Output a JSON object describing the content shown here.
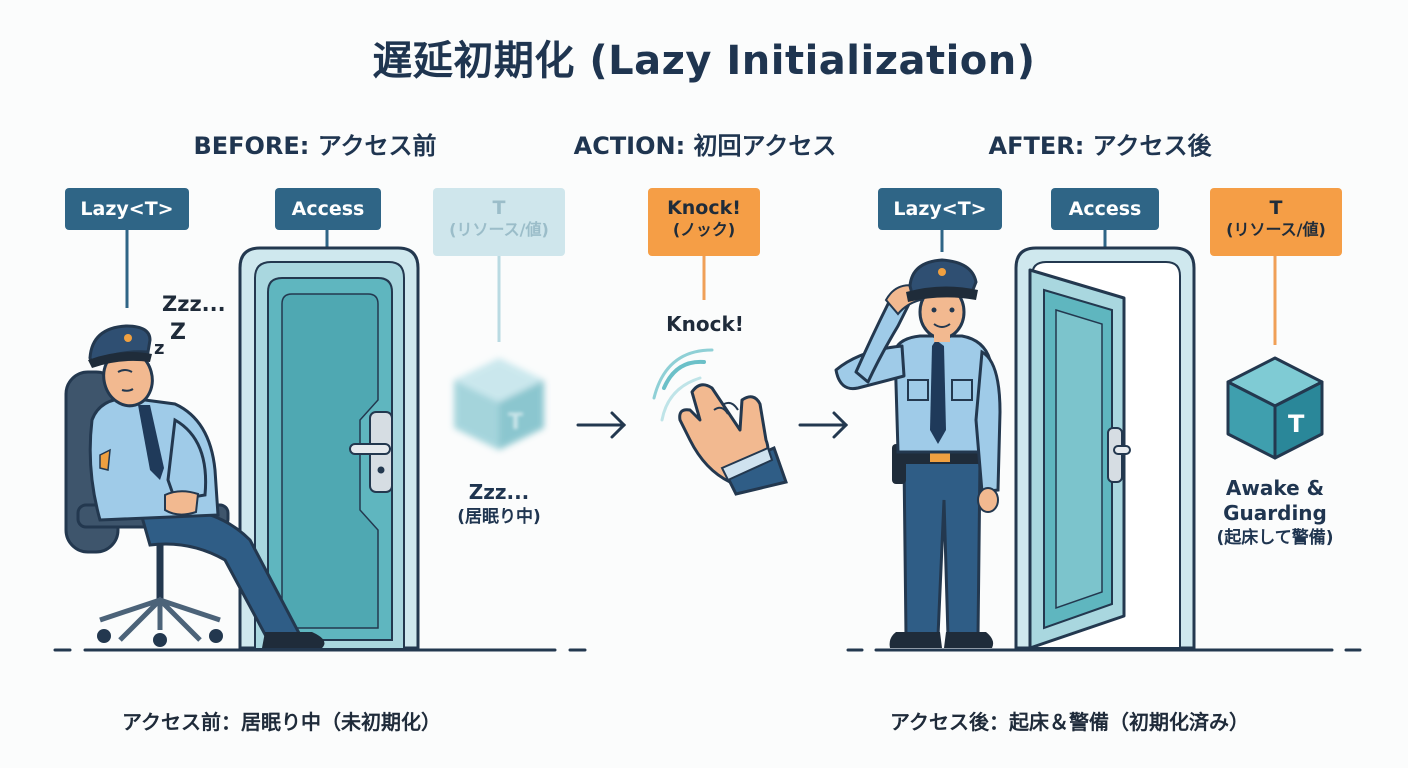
{
  "title": "遅延初期化 (Lazy Initialization)",
  "sections": {
    "before": {
      "heading": "BEFORE: アクセス前",
      "tag_lazy": "Lazy<T>",
      "tag_access": "Access",
      "tag_resource": "T",
      "tag_resource_sub": "(リソース/値)",
      "sleep_text": "Zzz...",
      "sleep_z1": "Z",
      "sleep_z2": "z",
      "cube_label": "T",
      "cube_caption": "Zzz...",
      "cube_caption_sub": "(居眠り中)",
      "footer": "アクセス前：居眠り中（未初期化）"
    },
    "action": {
      "heading": "ACTION: 初回アクセス",
      "tag_knock": "Knock!",
      "tag_knock_sub": "(ノック)",
      "knock_text": "Knock!"
    },
    "after": {
      "heading": "AFTER: アクセス後",
      "tag_lazy": "Lazy<T>",
      "tag_access": "Access",
      "tag_resource": "T",
      "tag_resource_sub": "(リソース/値)",
      "cube_label": "T",
      "cube_caption_1": "Awake &",
      "cube_caption_2": "Guarding",
      "cube_caption_sub": "(起床して警備)",
      "footer": "アクセス後：起床＆警備（初期化済み）"
    }
  },
  "colors": {
    "navy": "#2f6586",
    "orange": "#f59e46",
    "teal": "#5fb6bf",
    "faded": "#cfe6ec",
    "ink": "#1f3550"
  }
}
